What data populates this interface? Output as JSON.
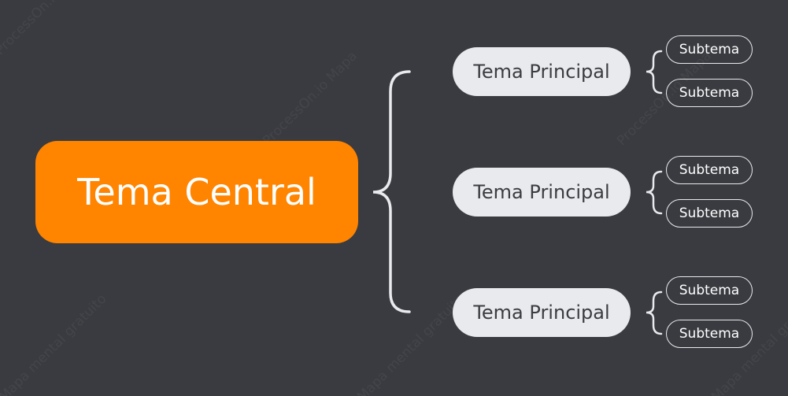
{
  "watermark": {
    "texts": [
      "ProcessOn.io Mapa",
      "Mapa mental gratuito"
    ]
  },
  "colors": {
    "background": "#393b40",
    "central_fill": "#ff8400",
    "central_text": "#ffffff",
    "main_fill": "#e8eaed",
    "main_text": "#3a3c40",
    "sub_border": "#e8eaed",
    "sub_text": "#ffffff",
    "connector": "#e8eaed"
  },
  "central_topic": {
    "label": "Tema Central"
  },
  "main_topics": [
    {
      "label": "Tema Principal",
      "subtopics": [
        {
          "label": "Subtema"
        },
        {
          "label": "Subtema"
        }
      ]
    },
    {
      "label": "Tema Principal",
      "subtopics": [
        {
          "label": "Subtema"
        },
        {
          "label": "Subtema"
        }
      ]
    },
    {
      "label": "Tema Principal",
      "subtopics": [
        {
          "label": "Subtema"
        },
        {
          "label": "Subtema"
        }
      ]
    }
  ]
}
